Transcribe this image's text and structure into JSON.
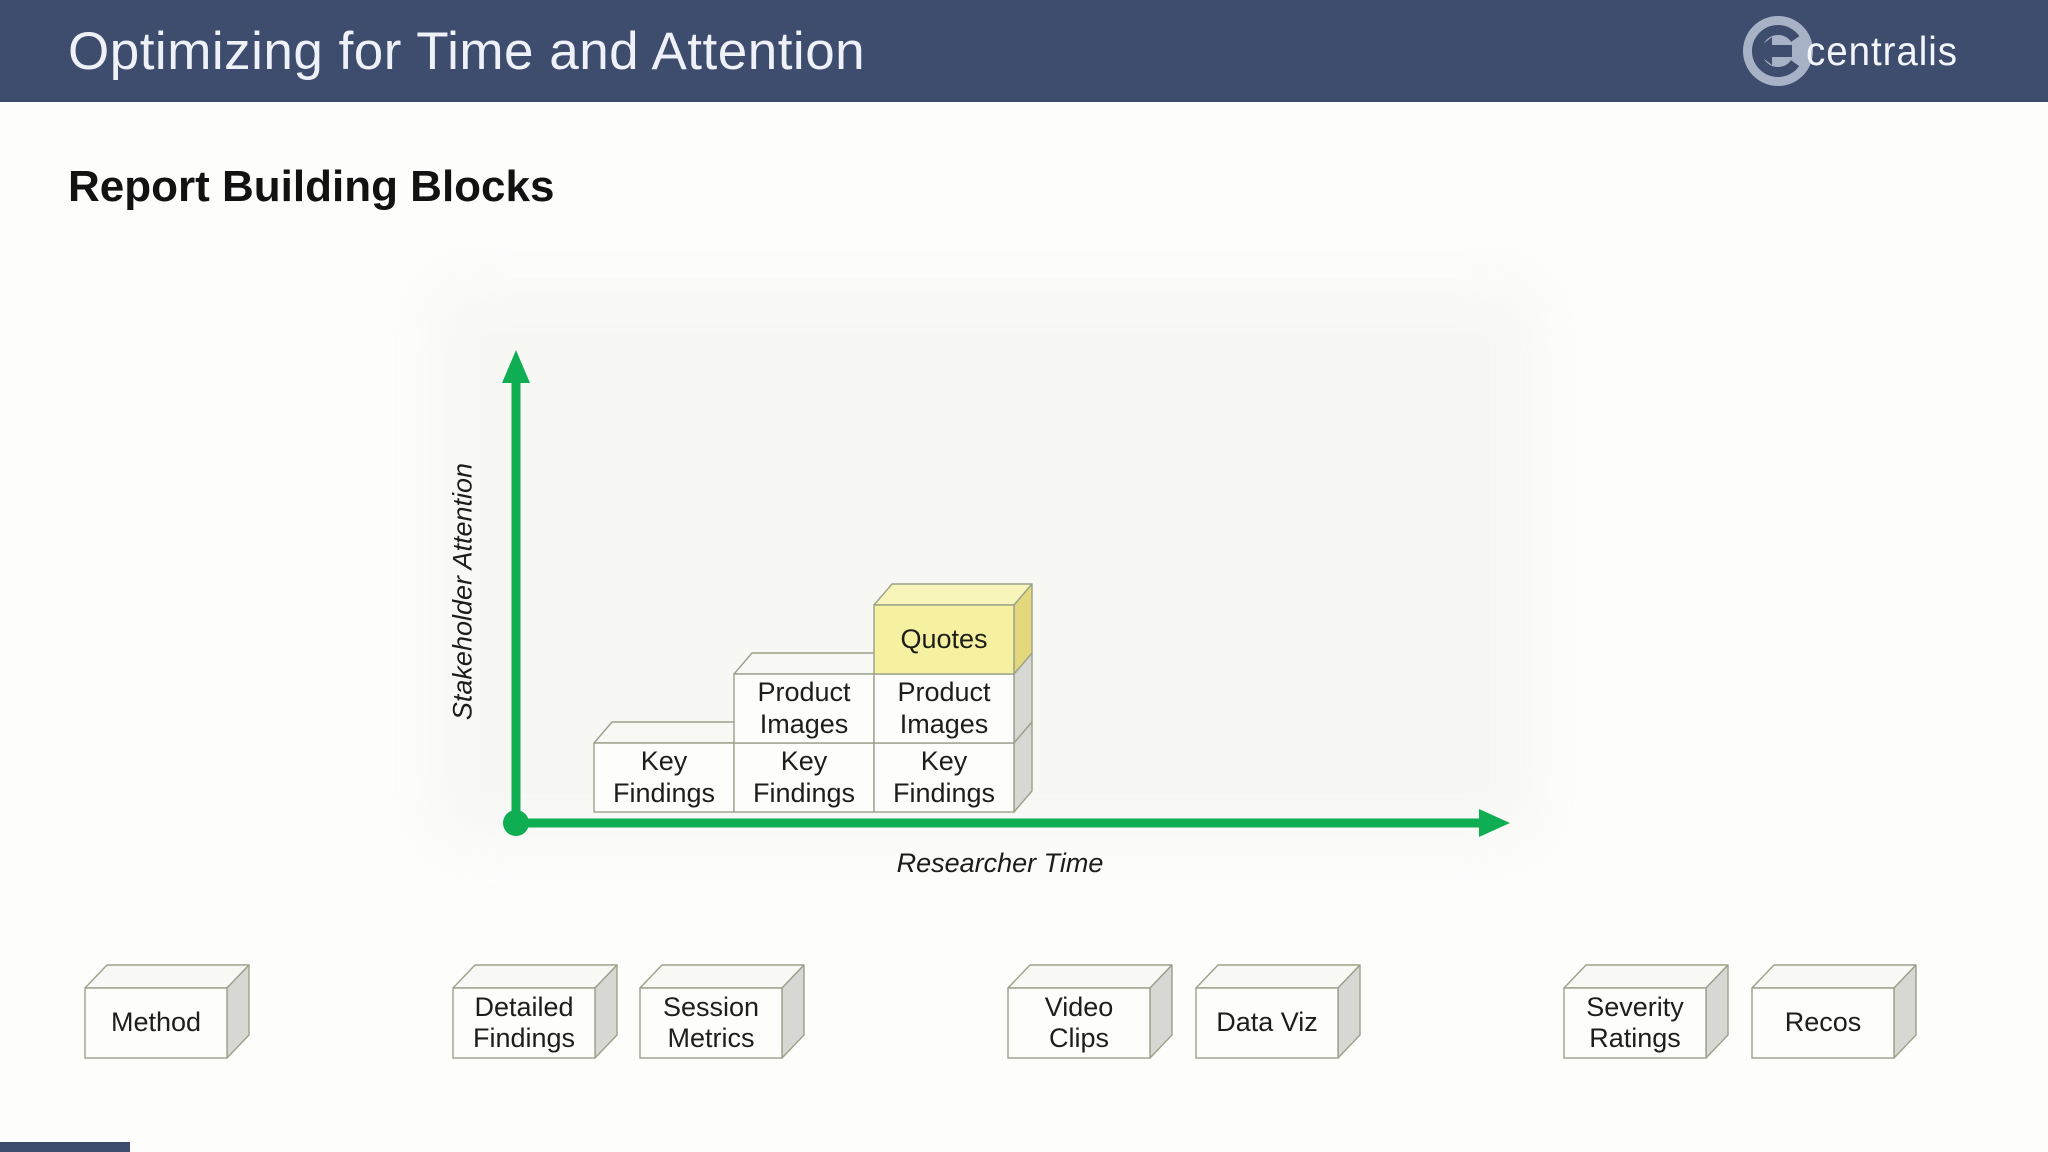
{
  "header": {
    "title": "Optimizing for Time and Attention",
    "brand": "centralis"
  },
  "heading": "Report Building Blocks",
  "chart": {
    "type": "stacked-blocks-diagram",
    "x_axis_label": "Researcher Time",
    "y_axis_label": "Stakeholder Attention",
    "columns": [
      {
        "blocks": [
          "Key Findings"
        ]
      },
      {
        "blocks": [
          "Key Findings",
          "Product Images"
        ]
      },
      {
        "blocks": [
          "Key Findings",
          "Product Images",
          "Quotes"
        ]
      }
    ],
    "highlighted_block": "Quotes"
  },
  "bottom_blocks": [
    "Method",
    "Detailed Findings",
    "Session Metrics",
    "Video Clips",
    "Data Viz",
    "Severity Ratings",
    "Recos"
  ],
  "palette": {
    "header-bg": "#3e4c6d",
    "axis-green": "#0fae53",
    "block-front": "#fdfdfb",
    "block-top": "#f8f8f4",
    "block-side": "#d7d7d3",
    "block-stroke": "#9ba18b",
    "highlight-front": "#f5f1a0",
    "highlight-top": "#f8f5ba",
    "highlight-side": "#e3d97c",
    "brand-ring": "#a8b2c6",
    "text-dark": "#1d1d1b"
  }
}
